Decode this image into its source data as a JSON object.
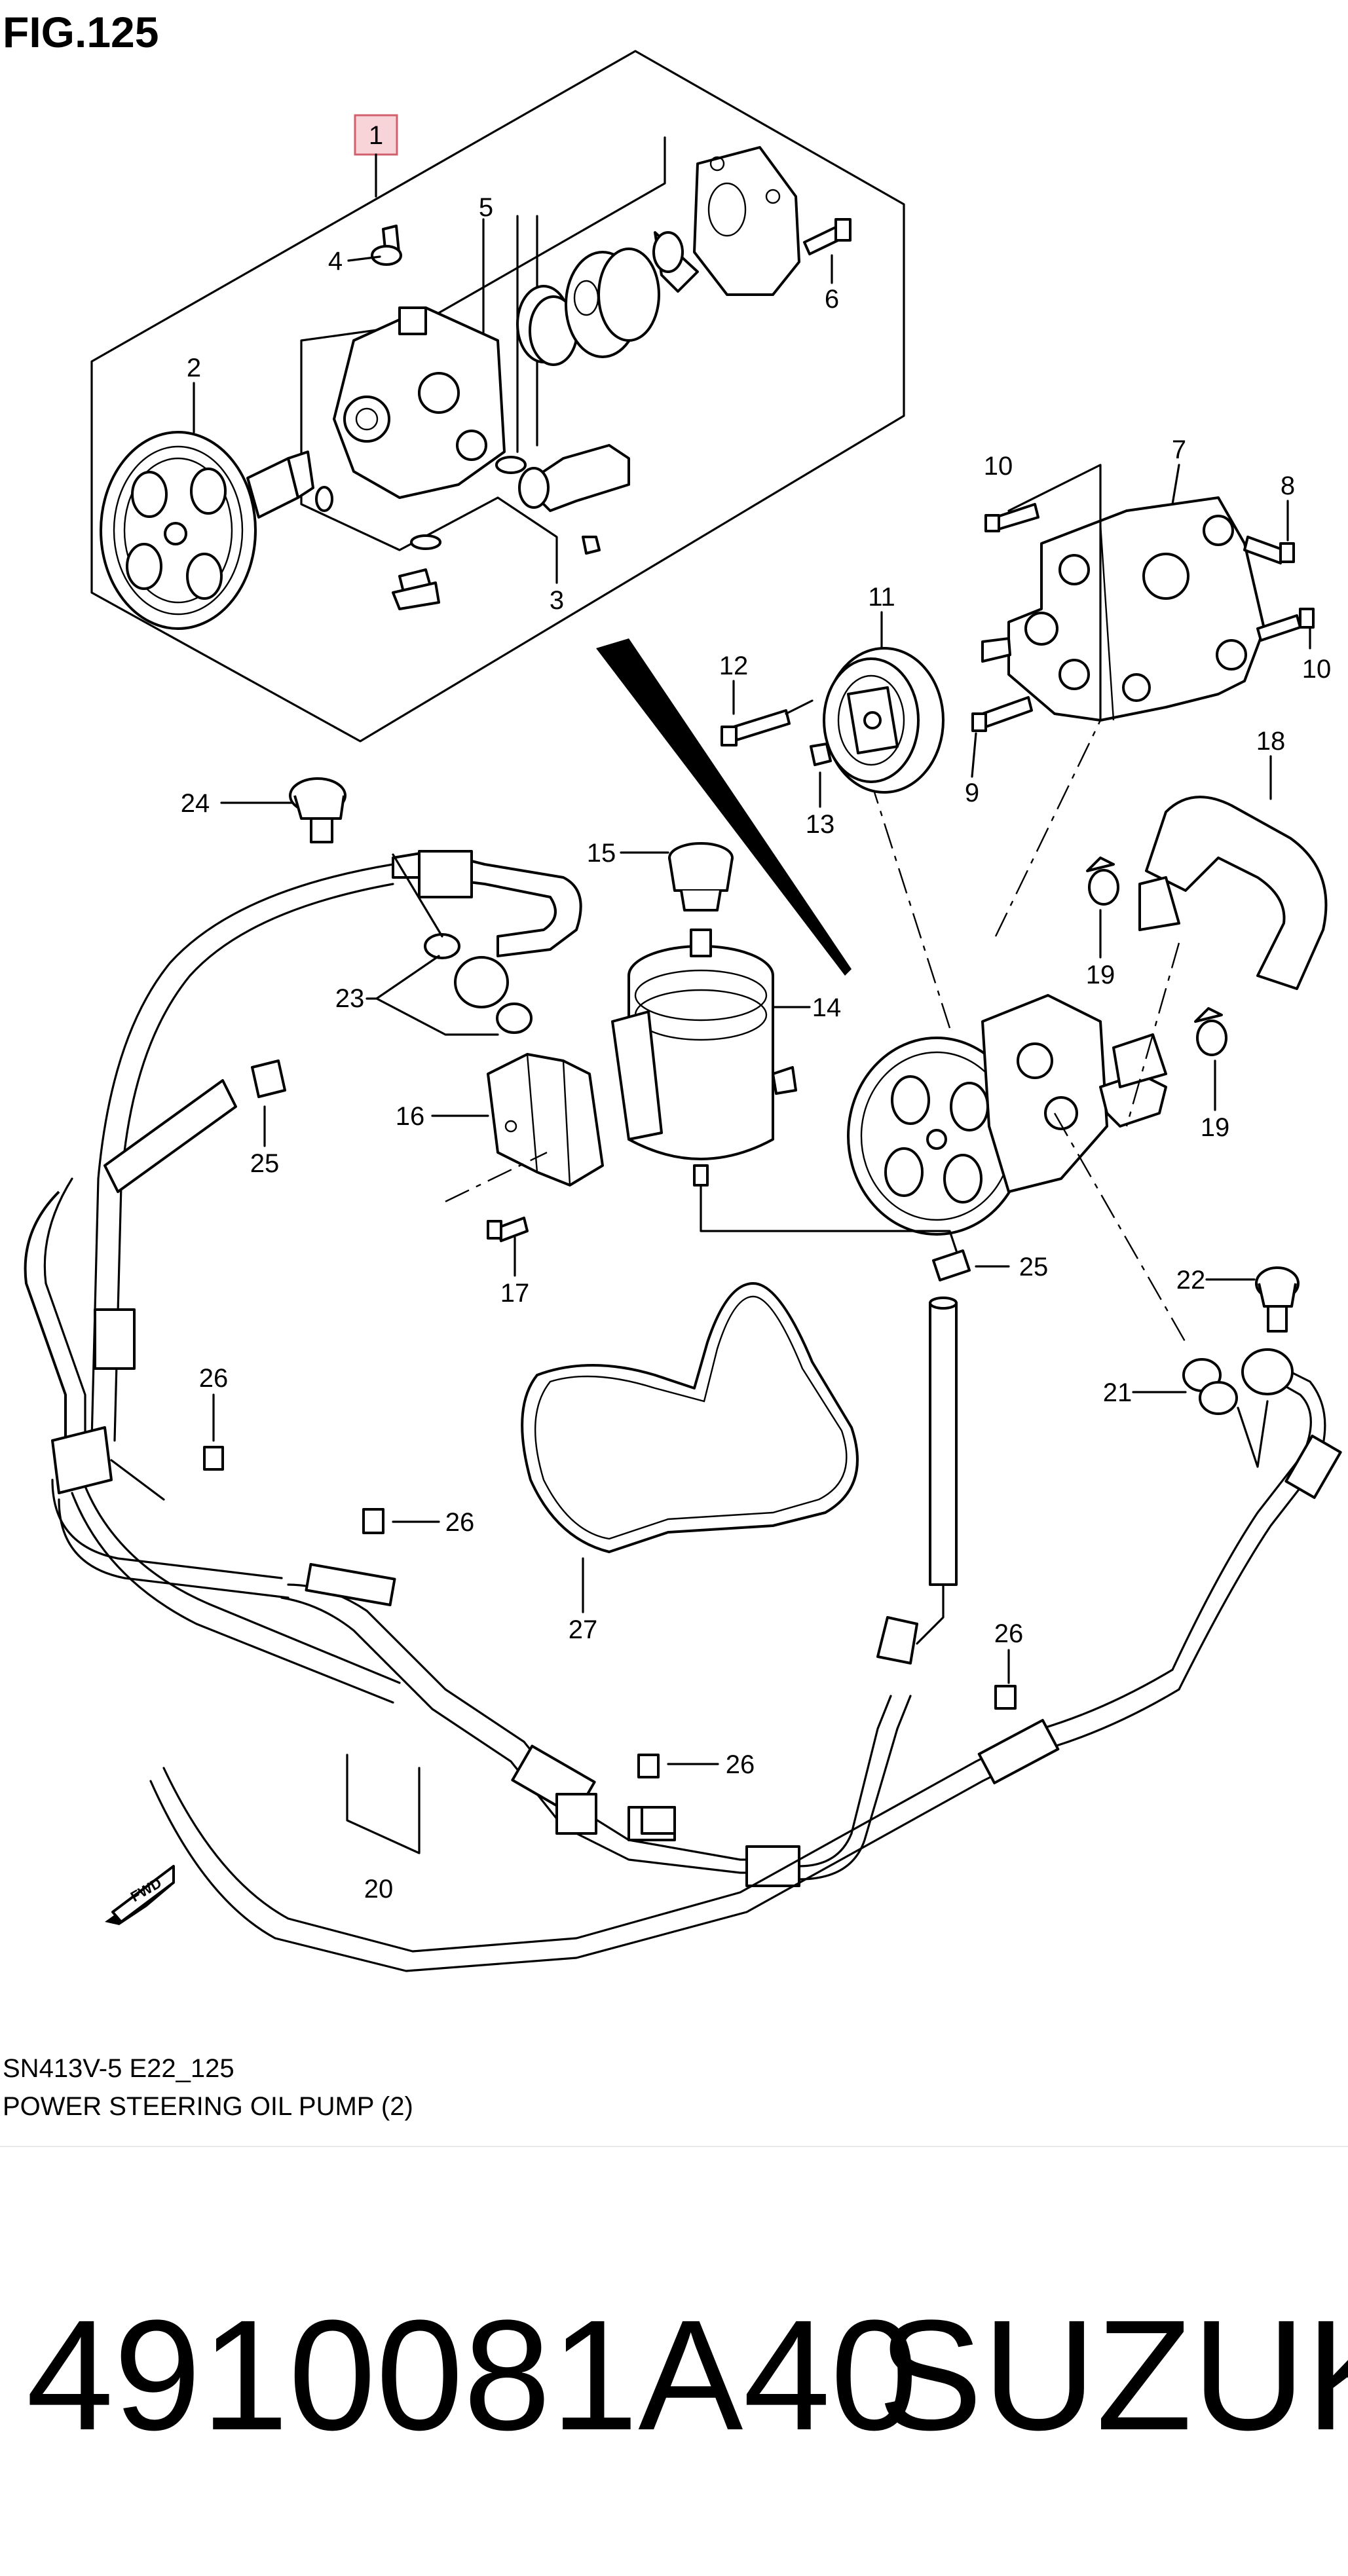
{
  "figure": {
    "title": "FIG.125",
    "code": "SN413V-5 E22_125",
    "name": "POWER STEERING OIL PUMP (2)"
  },
  "part": {
    "number": "4910081A40",
    "brand": "SUZUKI"
  },
  "callouts": {
    "c1": "1",
    "c2": "2",
    "c3": "3",
    "c4": "4",
    "c5": "5",
    "c6": "6",
    "c7": "7",
    "c8": "8",
    "c9": "9",
    "c10a": "10",
    "c10b": "10",
    "c11": "11",
    "c12": "12",
    "c13": "13",
    "c14": "14",
    "c15": "15",
    "c16": "16",
    "c17": "17",
    "c18": "18",
    "c19a": "19",
    "c19b": "19",
    "c20": "20",
    "c21": "21",
    "c22": "22",
    "c23": "23",
    "c24": "24",
    "c25a": "25",
    "c25b": "25",
    "c26a": "26",
    "c26b": "26",
    "c26c": "26",
    "c26d": "26",
    "c27": "27"
  },
  "forward_marker": "FWD",
  "colors": {
    "highlight_fill": "#f8d4d8",
    "highlight_stroke": "#d0606c",
    "ink": "#000000",
    "paper": "#ffffff"
  },
  "icons": {
    "forward": "fwd-arrow-icon"
  }
}
